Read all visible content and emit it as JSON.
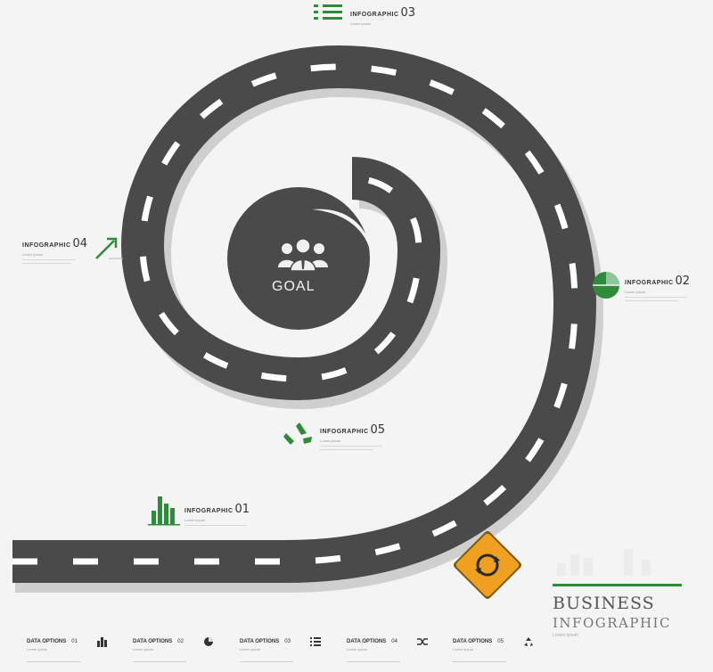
{
  "goal": "GOAL",
  "steps": [
    {
      "title": "INFOGRAPHIC",
      "num": "01",
      "sub": "Lorem ipsum"
    },
    {
      "title": "INFOGRAPHIC",
      "num": "02",
      "sub": "Lorem ipsum"
    },
    {
      "title": "INFOGRAPHIC",
      "num": "03",
      "sub": "Lorem ipsum"
    },
    {
      "title": "INFOGRAPHIC",
      "num": "04",
      "sub": "Lorem ipsum"
    },
    {
      "title": "INFOGRAPHIC",
      "num": "05",
      "sub": "Lorem ipsum"
    }
  ],
  "business": {
    "line1": "BUSINESS",
    "line2": "INFOGRAPHIC",
    "line3": "Lorem ipsum"
  },
  "options": [
    {
      "title": "DATA OPTIONS",
      "num": "01",
      "sub": "Lorem ipsum",
      "icon": "bar-chart-icon"
    },
    {
      "title": "DATA OPTIONS",
      "num": "02",
      "sub": "Lorem ipsum",
      "icon": "pie-chart-icon"
    },
    {
      "title": "DATA OPTIONS",
      "num": "03",
      "sub": "Lorem ipsum",
      "icon": "list-icon"
    },
    {
      "title": "DATA OPTIONS",
      "num": "04",
      "sub": "Lorem ipsum",
      "icon": "shuffle-icon"
    },
    {
      "title": "DATA OPTIONS",
      "num": "05",
      "sub": "Lorem ipsum",
      "icon": "recycle-icon"
    }
  ],
  "colors": {
    "road": "#4a4a4a",
    "accent": "#2e8b3a",
    "sign": "#f0a020",
    "stripe": "#ffffff"
  }
}
